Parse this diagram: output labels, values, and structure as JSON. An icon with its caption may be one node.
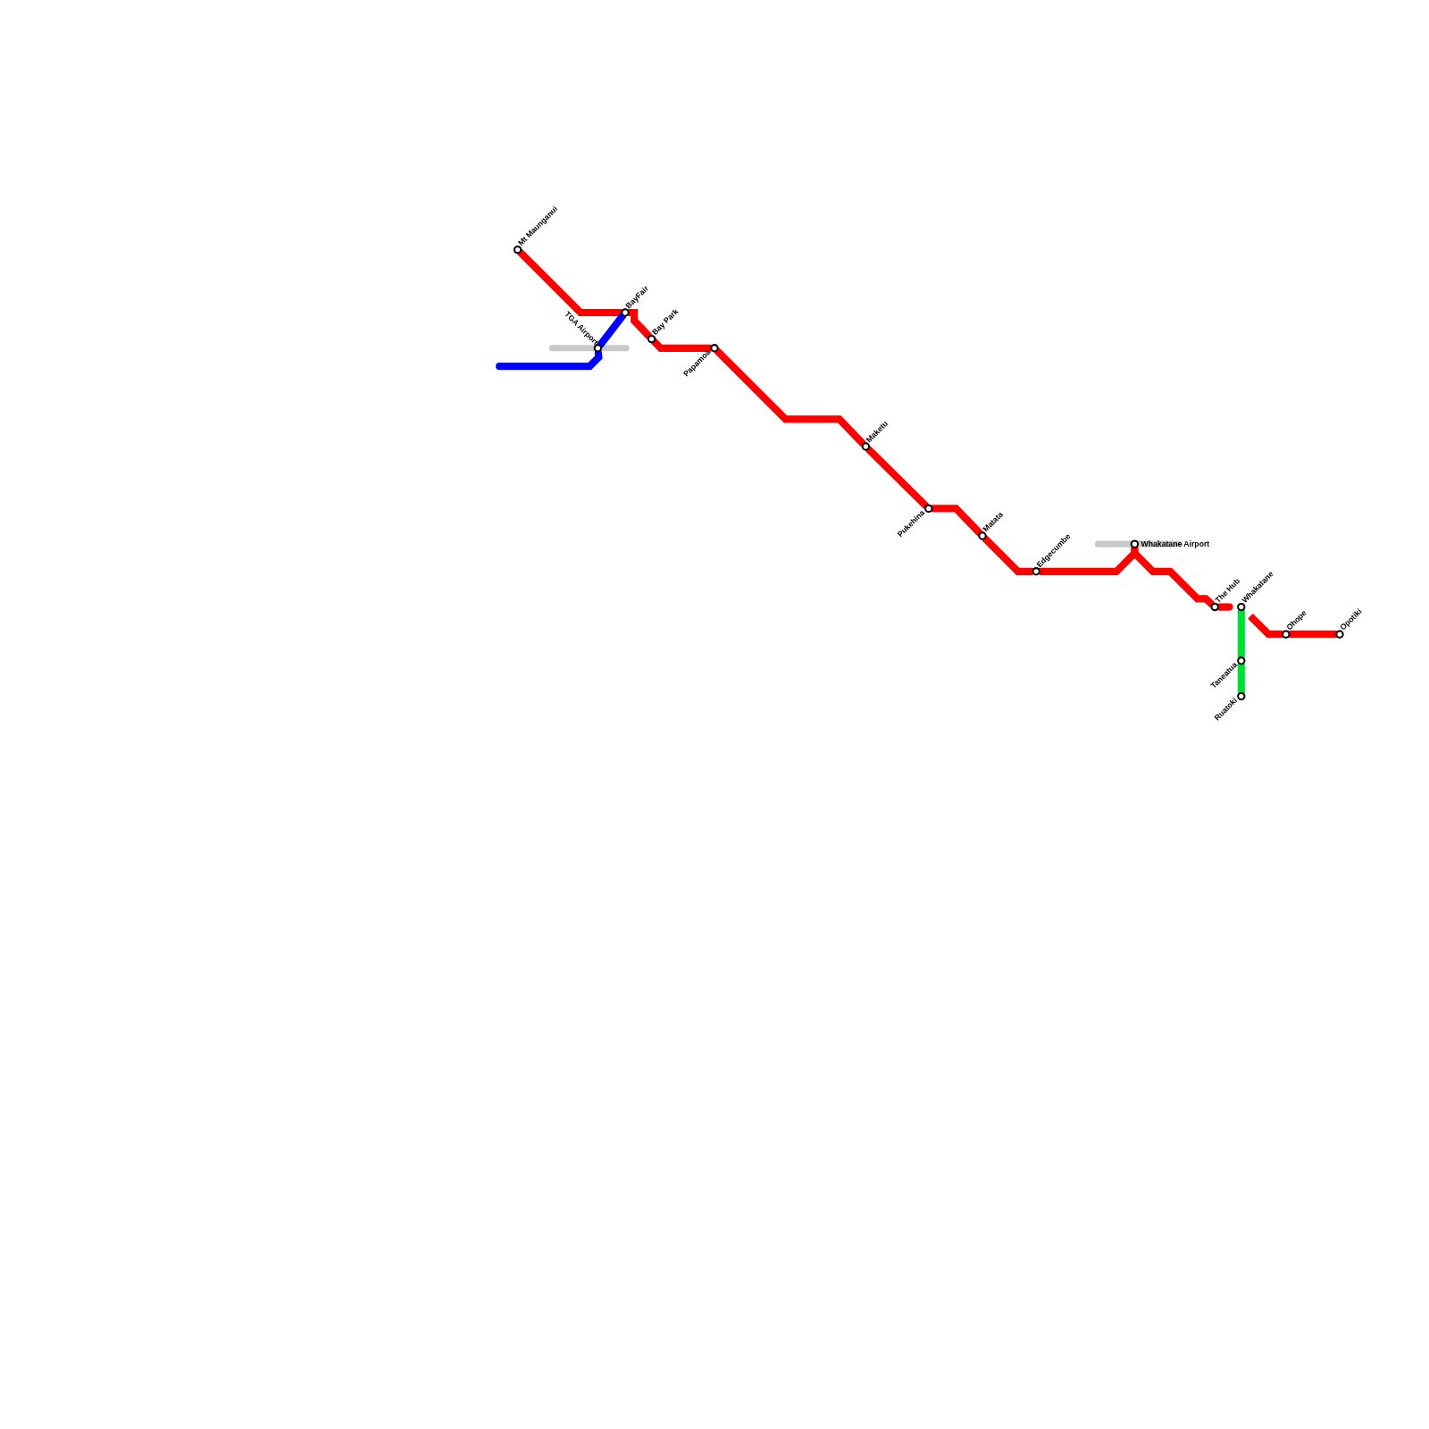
{
  "diagram": {
    "nodes": [
      {
        "text": [
          "Mt Maunganui"
        ]
      },
      {
        "text": [
          "BayFair"
        ]
      },
      {
        "text": [
          "Bay Park"
        ]
      },
      {
        "text": [
          "TGA Airport"
        ]
      },
      {
        "text": [
          "Papamoa"
        ]
      },
      {
        "text": [
          "Maketu"
        ]
      },
      {
        "text": [
          "Pukehina"
        ]
      },
      {
        "text": [
          "Matata"
        ]
      },
      {
        "text": [
          "Edgecumbe"
        ]
      },
      {
        "text": [
          "Whakatane Airport"
        ]
      },
      {
        "text": [
          "The Hub"
        ]
      },
      {
        "text": [
          "Whakatane"
        ]
      },
      {
        "text": [
          "Ohope"
        ]
      },
      {
        "text": [
          "Opotiki"
        ]
      },
      {
        "text": [
          "Taneatua"
        ]
      },
      {
        "text": [
          "Ruatoki"
        ]
      }
    ],
    "edges": [
      {
        "from": 0,
        "to": 1,
        "arrow": "none"
      },
      {
        "from": 1,
        "to": 2,
        "arrow": "none"
      },
      {
        "from": 2,
        "to": 4,
        "arrow": "none"
      },
      {
        "from": 4,
        "to": 5,
        "arrow": "none"
      },
      {
        "from": 5,
        "to": 6,
        "arrow": "none"
      },
      {
        "from": 6,
        "to": 7,
        "arrow": "none"
      },
      {
        "from": 7,
        "to": 8,
        "arrow": "none"
      },
      {
        "from": 8,
        "to": 9,
        "arrow": "none"
      },
      {
        "from": 9,
        "to": 10,
        "arrow": "none"
      },
      {
        "from": 10,
        "to": 11,
        "arrow": "none"
      },
      {
        "from": 11,
        "to": 12,
        "arrow": "none"
      },
      {
        "from": 12,
        "to": 13,
        "arrow": "none"
      },
      {
        "from": null,
        "to": 3,
        "arrow": "none",
        "color": "#0000ff"
      },
      {
        "from": 3,
        "to": 1,
        "arrow": "none",
        "color": "#0000ff"
      },
      {
        "from": 11,
        "to": 14,
        "arrow": "none",
        "color": "#00dd33"
      },
      {
        "from": 14,
        "to": 15,
        "arrow": "none",
        "color": "#00dd33"
      }
    ]
  }
}
